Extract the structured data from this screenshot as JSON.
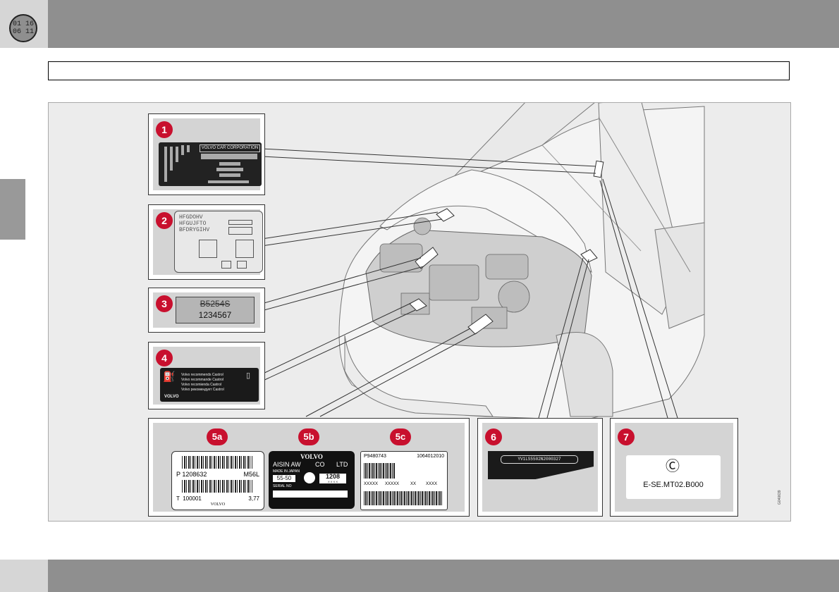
{
  "header": {
    "chapter_badge": [
      "01 16",
      "06 11"
    ]
  },
  "figure": {
    "code": "G040639",
    "callouts": [
      "1",
      "2",
      "3",
      "4",
      "5a",
      "5b",
      "5c",
      "6",
      "7"
    ],
    "label1": {
      "title": "VOLVO CAR CORPORATION"
    },
    "label2": {
      "lines": [
        "HFGDOHV",
        "HFGUJFTO",
        "BFDRYGIHV"
      ]
    },
    "label3": {
      "model": "B5254S",
      "serial": "1234567"
    },
    "label4": {
      "lines": [
        "Volvo recommends Castrol",
        "Volvo recommande Castrol",
        "Volvo recomienda Castrol",
        "Volvo рекомендует Castrol"
      ],
      "brand": "VOLVO"
    },
    "label5a": {
      "p": "P 1208632",
      "m": "M56L",
      "t": "T  100001",
      "ratio": "3,77",
      "brand": "VOLVO"
    },
    "label5b": {
      "brand": "VOLVO",
      "maker": "AISIN AW",
      "co": "CO",
      "ltd": "LTD",
      "made": "MADE IN JAPAN",
      "code": "55-50",
      "num": "1208",
      "xs": "X X X X",
      "serial": "SERIAL NO"
    },
    "label5c": {
      "p": "P9480743",
      "n": "1064012010",
      "x1": "XXXXX",
      "x2": "XXXXX",
      "x3": "XX",
      "x4": "XXXX"
    },
    "label6": {
      "vin": "YV1LS5502N2000327"
    },
    "label7": {
      "cert": "E-SE.MT02.B000"
    }
  },
  "colors": {
    "bar": "#8f8f8f",
    "callout": "#c8102e",
    "panel_bg": "#d4d4d4"
  }
}
